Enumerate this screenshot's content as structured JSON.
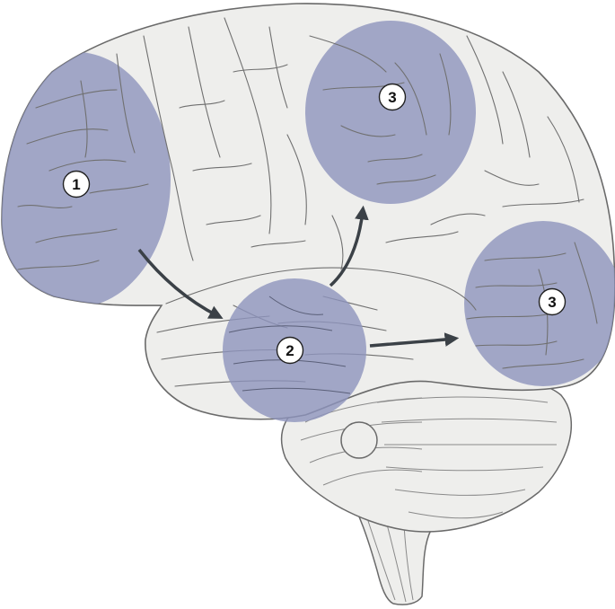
{
  "colors": {
    "brain_fill": "#eeeeec",
    "brain_stroke": "#6a6a6a",
    "region_fill": "#8d94bd",
    "arrow": "#3b4147",
    "label_fill": "#ffffff"
  },
  "regions": [
    {
      "id": "region-1",
      "label": "1"
    },
    {
      "id": "region-2",
      "label": "2"
    },
    {
      "id": "region-3-parietal",
      "label": "3"
    },
    {
      "id": "region-3-occipital",
      "label": "3"
    }
  ],
  "arrows": [
    {
      "from": "region-1",
      "to": "region-2"
    },
    {
      "from": "region-2",
      "to": "region-3-parietal"
    },
    {
      "from": "region-2",
      "to": "region-3-occipital"
    }
  ]
}
